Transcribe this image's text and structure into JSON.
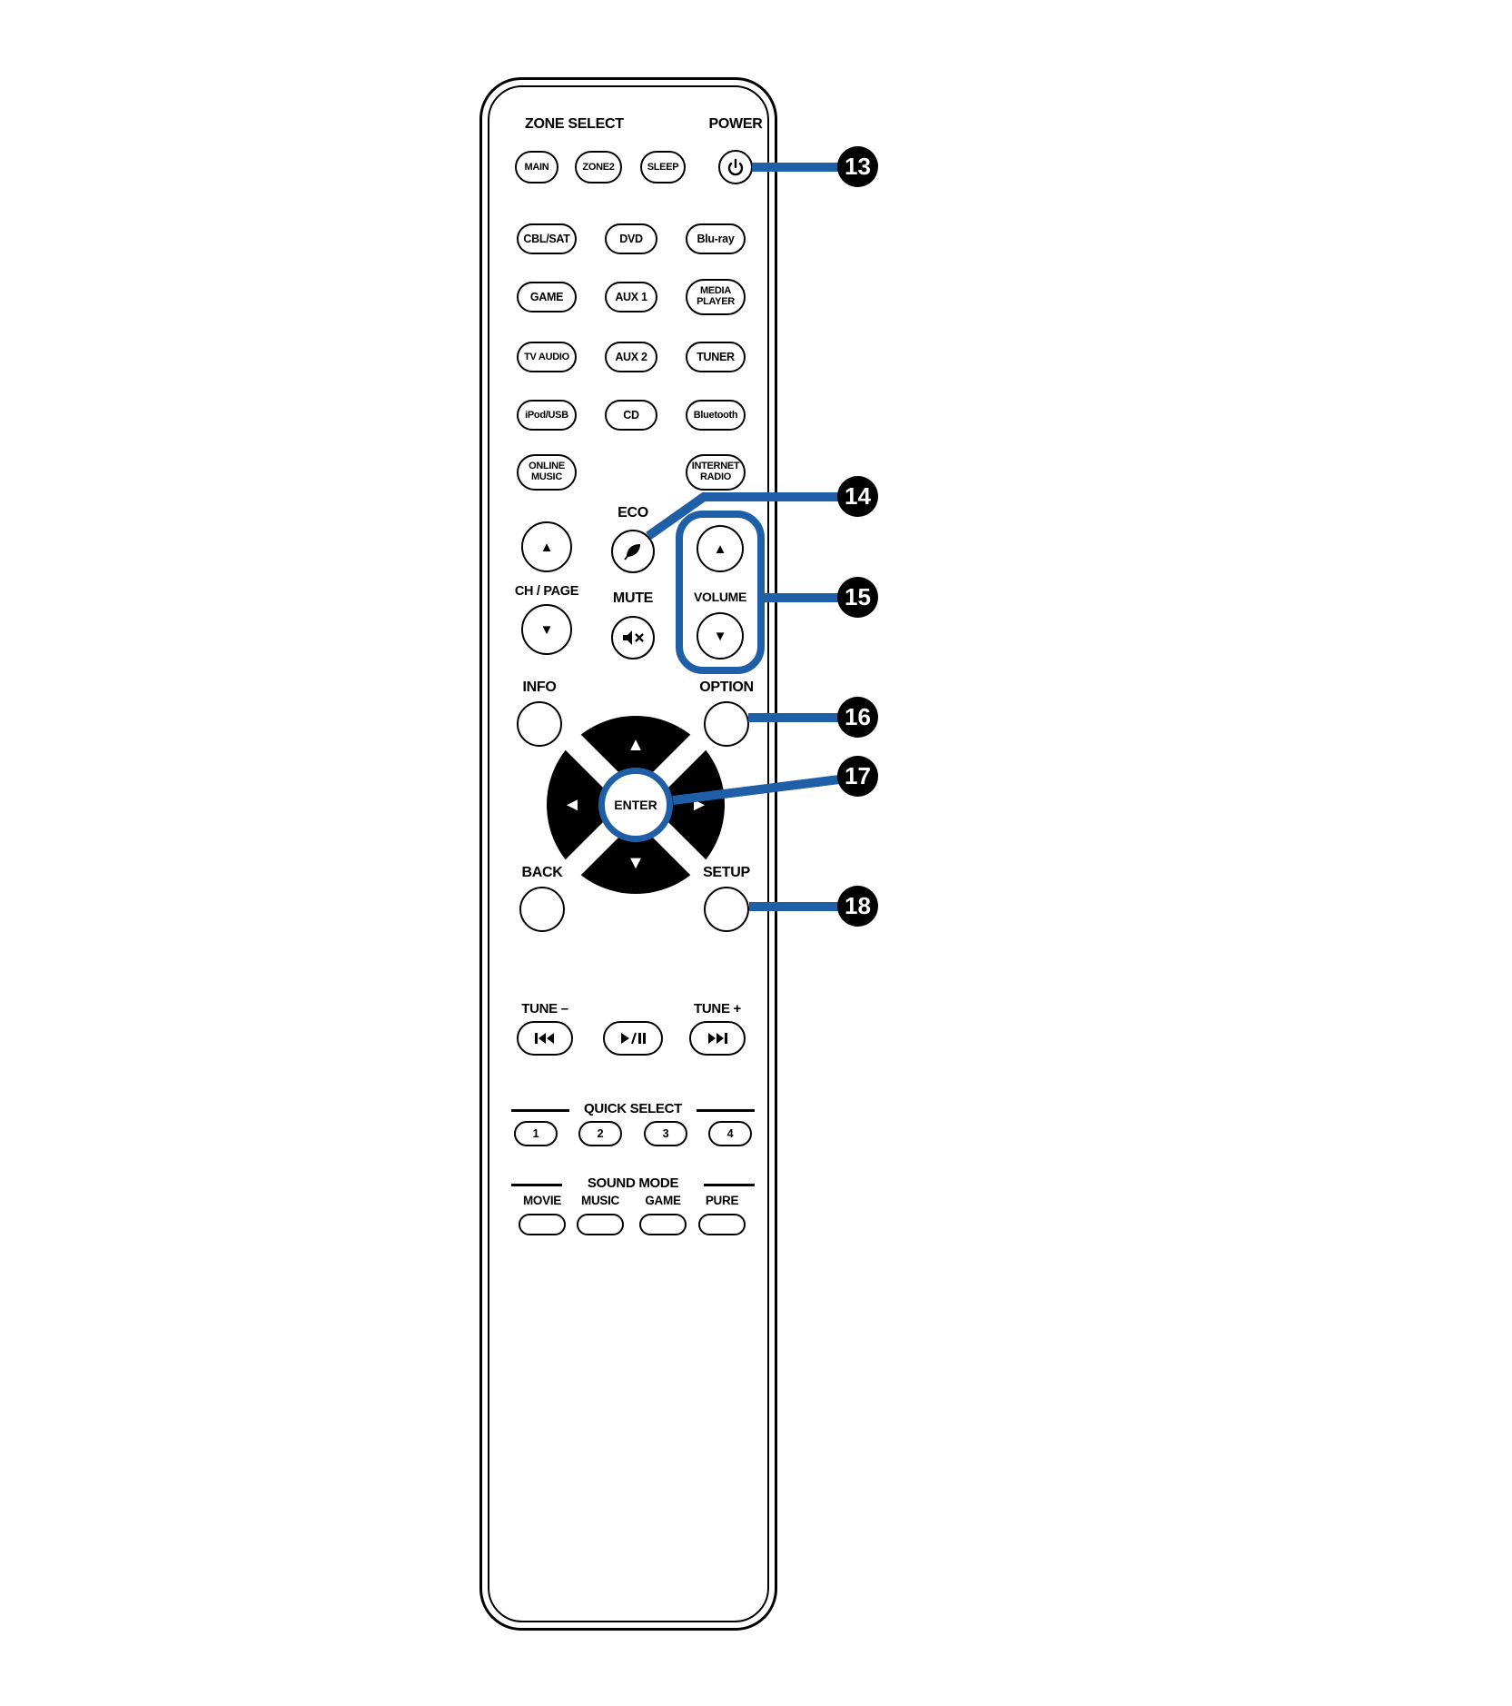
{
  "colors": {
    "accent": "#1e5fa8",
    "ink": "#000000"
  },
  "callouts": {
    "n13": "13",
    "n14": "14",
    "n15": "15",
    "n16": "16",
    "n17": "17",
    "n18": "18"
  },
  "header": {
    "zone_select": "ZONE SELECT",
    "power": "POWER"
  },
  "zone": {
    "main": "MAIN",
    "zone2": "ZONE2",
    "sleep": "SLEEP"
  },
  "sources": {
    "cbl_sat": "CBL/SAT",
    "dvd": "DVD",
    "bluray": "Blu-ray",
    "game": "GAME",
    "aux1": "AUX 1",
    "media_player": "MEDIA\nPLAYER",
    "tv_audio": "TV AUDIO",
    "aux2": "AUX 2",
    "tuner": "TUNER",
    "ipod_usb": "iPod/USB",
    "cd": "CD",
    "bluetooth": "Bluetooth",
    "online_music": "ONLINE\nMUSIC",
    "internet_radio": "INTERNET\nRADIO"
  },
  "mid": {
    "ch_page": "CH / PAGE",
    "eco": "ECO",
    "mute": "MUTE",
    "volume": "VOLUME"
  },
  "nav": {
    "info": "INFO",
    "option": "OPTION",
    "back": "BACK",
    "setup": "SETUP",
    "enter": "ENTER"
  },
  "tune": {
    "minus": "TUNE –",
    "plus": "TUNE +"
  },
  "quick_select": {
    "title": "QUICK SELECT",
    "b1": "1",
    "b2": "2",
    "b3": "3",
    "b4": "4"
  },
  "sound_mode": {
    "title": "SOUND MODE",
    "movie": "MOVIE",
    "music": "MUSIC",
    "game": "GAME",
    "pure": "PURE"
  },
  "icons": {
    "up": "▲",
    "down": "▼",
    "left": "◄",
    "right": "►"
  }
}
